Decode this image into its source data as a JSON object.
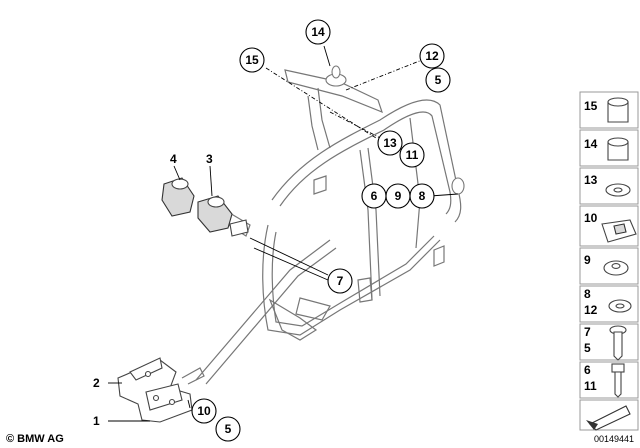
{
  "callouts": {
    "c14": "14",
    "c15": "15",
    "c12": "12",
    "c5a": "5",
    "c13": "13",
    "c11": "11",
    "c6": "6",
    "c9": "9",
    "c8": "8",
    "c7": "7",
    "c10": "10",
    "c5b": "5"
  },
  "plain_labels": {
    "l4": "4",
    "l3": "3",
    "l2": "2",
    "l1": "1"
  },
  "side_panel": [
    {
      "nums": [
        "15"
      ]
    },
    {
      "nums": [
        "14"
      ]
    },
    {
      "nums": [
        "13"
      ]
    },
    {
      "nums": [
        "10"
      ]
    },
    {
      "nums": [
        "9"
      ]
    },
    {
      "nums": [
        "8",
        "12"
      ]
    },
    {
      "nums": [
        "7",
        "5"
      ]
    },
    {
      "nums": [
        "6",
        "11"
      ]
    }
  ],
  "footer": {
    "brand": "© BMW AG",
    "code": "00149441"
  }
}
